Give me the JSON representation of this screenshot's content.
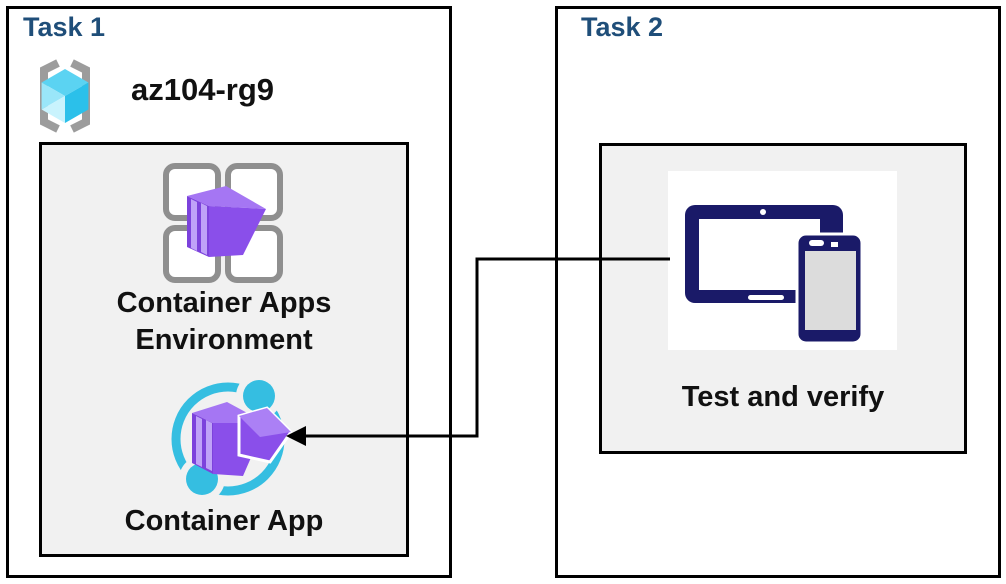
{
  "task1": {
    "title": "Task 1",
    "resource_group_name": "az104-rg9",
    "environment_label": "Container Apps Environment",
    "app_label": "Container App"
  },
  "task2": {
    "title": "Task 2",
    "label": "Test and verify"
  },
  "connector": {
    "description": "arrow from Test-and-verify devices box to Container App icon"
  },
  "colors": {
    "task_title_blue": "#1F4E79",
    "panel_gray": "#F1F1F1",
    "border_black": "#000000",
    "grid_gray": "#8F8F8F",
    "bracket_gray": "#9C9C9C",
    "purple_top": "#A576F3",
    "purple_front": "#7C42DC",
    "purple_right": "#8A4FEA",
    "purple_light": "#AB80F5",
    "purple_stripe": "#BFA2F8",
    "ring_cyan": "#35BEE1",
    "device_navy": "#1A1A68",
    "device_screen_gray": "#DCDCDC",
    "cube_top": "#5BD3F2",
    "cube_right": "#2BC0EA",
    "cube_left_upper": "#9AE6F9",
    "cube_left_lower": "#C9F3FD",
    "label_black": "#111111"
  }
}
